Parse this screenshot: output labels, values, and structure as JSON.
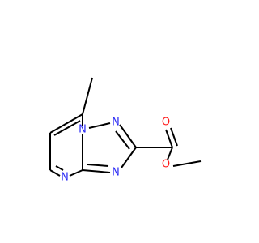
{
  "molecule": {
    "colors": {
      "bond": "#000000",
      "nitrogen": "#2a2af5",
      "oxygen": "#ff1a1a",
      "background": "#ffffff"
    },
    "atoms": {
      "n1": "N",
      "n2": "N",
      "n3": "N",
      "n4": "N",
      "o1": "O",
      "o2": "O"
    }
  }
}
